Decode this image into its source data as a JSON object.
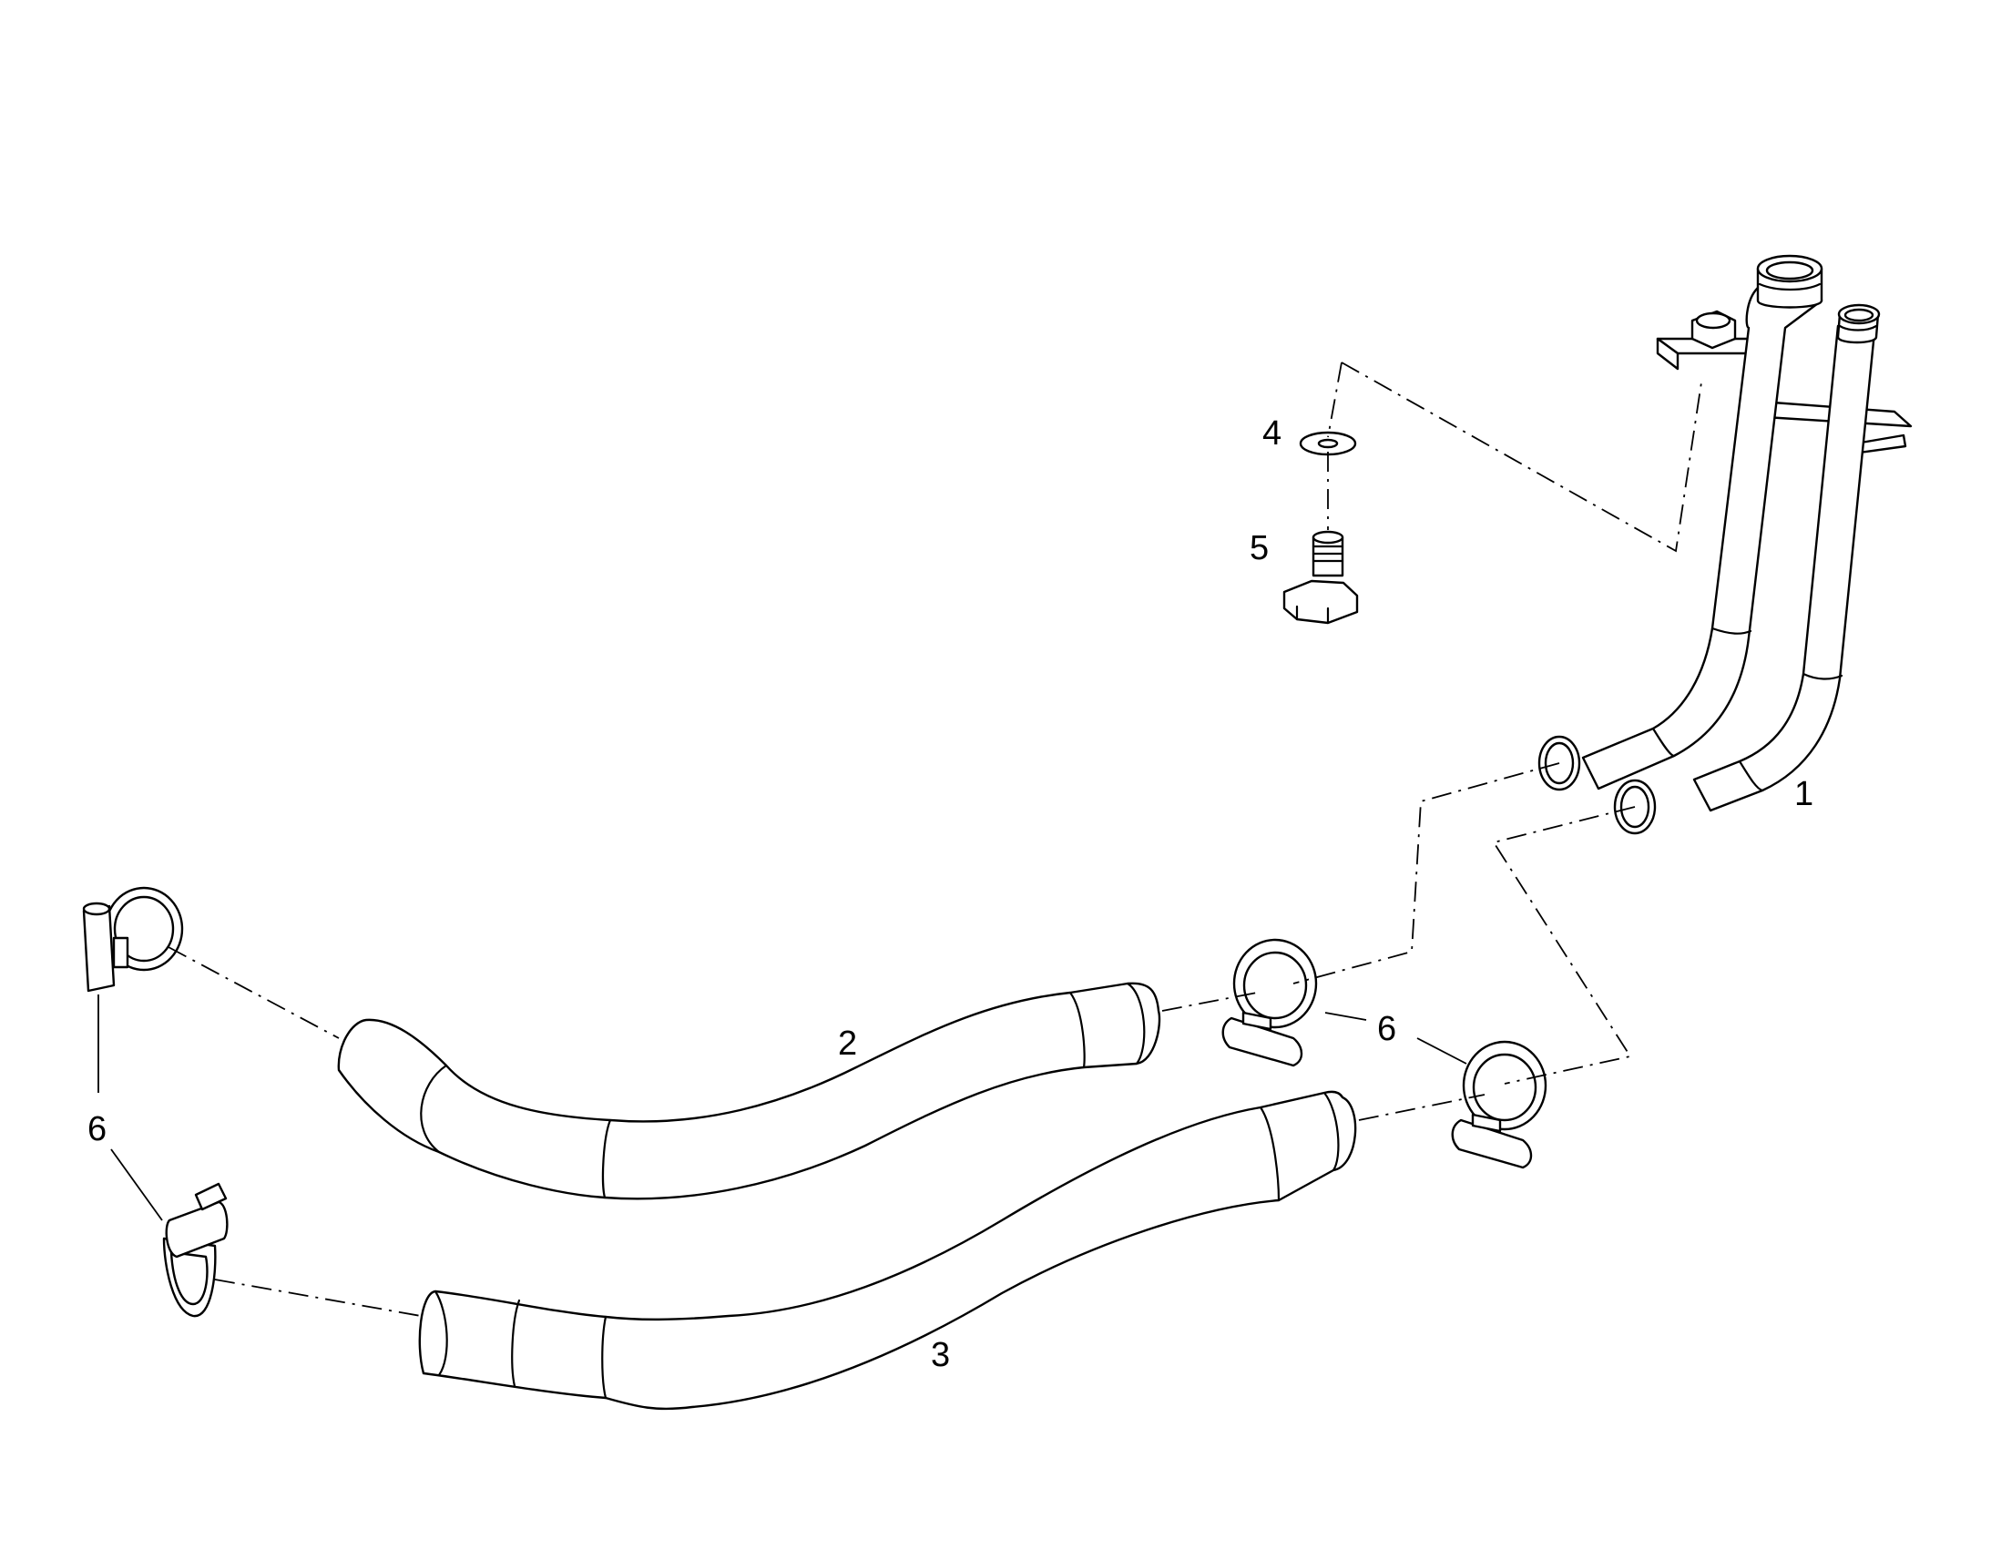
{
  "diagram": {
    "callouts": {
      "part_1": "1",
      "part_2": "2",
      "part_3": "3",
      "part_4": "4",
      "part_5": "5",
      "part_6_left": "6",
      "part_6_right": "6"
    },
    "colors": {
      "line": "#000000",
      "background": "#ffffff"
    }
  }
}
